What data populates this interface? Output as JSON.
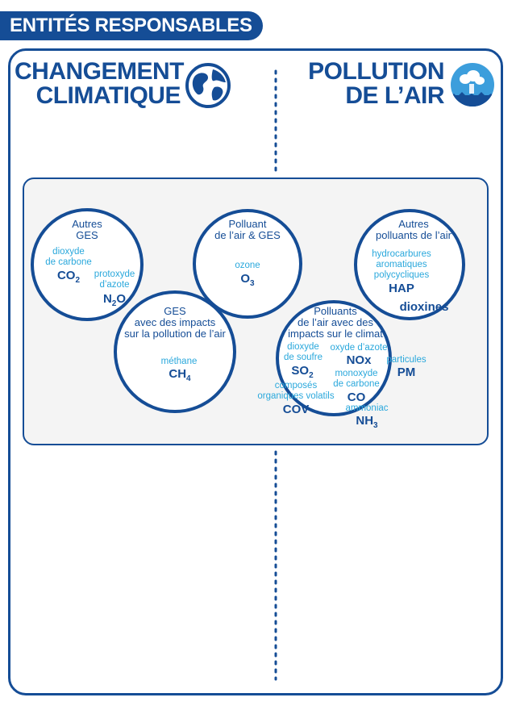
{
  "tab_title": "ENTITÉS RESPONSABLES",
  "left_heading": {
    "line1": "CHANGEMENT",
    "line2": "CLIMATIQUE",
    "icon": "globe-icon"
  },
  "right_heading": {
    "line1": "POLLUTION",
    "line2": "DE L’AIR",
    "icon": "polluted-air-icon"
  },
  "circles": {
    "autres_ges": {
      "title1": "Autres",
      "title2": "GES",
      "items": [
        {
          "label1": "dioxyde",
          "label2": "de carbone",
          "base": "CO",
          "sub": "2"
        },
        {
          "label1": "protoxyde",
          "label2": "d’azote",
          "base": "N",
          "sub": "2",
          "tail": "O"
        }
      ]
    },
    "ges_impacts": {
      "title1": "GES",
      "title2": "avec des impacts",
      "title3": "sur la pollution de l’air",
      "item": {
        "label": "méthane",
        "base": "CH",
        "sub": "4"
      }
    },
    "polluant_ges": {
      "title1": "Polluant",
      "title2": "de l’air & GES",
      "item": {
        "label": "ozone",
        "base": "O",
        "sub": "3"
      }
    },
    "polluants_impacts": {
      "title1": "Polluants",
      "title2": "de l’air avec des",
      "title3": "impacts sur le climat",
      "items": [
        {
          "label1": "dioxyde",
          "label2": "de soufre",
          "base": "SO",
          "sub": "2"
        },
        {
          "label": "oxyde d’azote",
          "formula": "NOx"
        },
        {
          "label": "particules",
          "formula": "PM"
        },
        {
          "label1": "monoxyde",
          "label2": "de carbone",
          "formula": "CO"
        },
        {
          "label1": "composés",
          "label2": "organiques volatils",
          "formula": "COV"
        },
        {
          "label": "ammoniac",
          "base": "NH",
          "sub": "3"
        }
      ]
    },
    "autres_polluants": {
      "title1": "Autres",
      "title2": "polluants de l’air",
      "item": {
        "label1": "hydrocarbures",
        "label2": "aromatiques",
        "label3": "polycycliques",
        "formula": "HAP"
      },
      "extra": "dioxines"
    }
  },
  "colors": {
    "primary": "#154d96",
    "accent": "#2aa8dc",
    "panel": "#f4f4f4"
  }
}
